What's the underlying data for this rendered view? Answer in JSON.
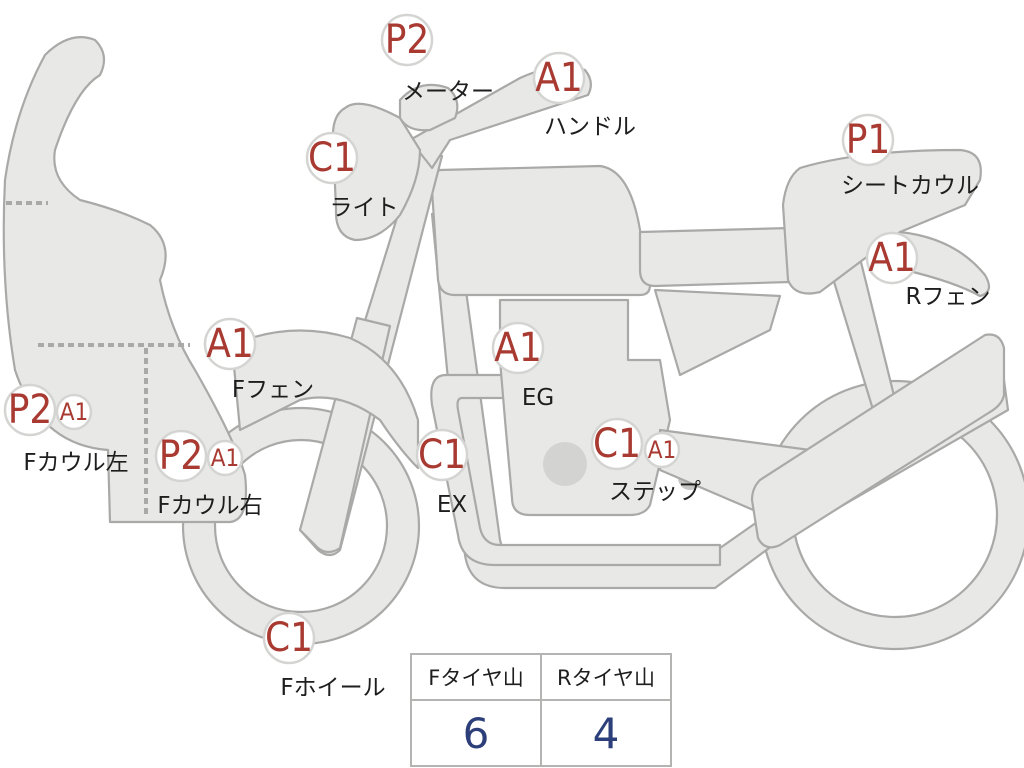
{
  "markers": [
    {
      "id": "meter",
      "grade": "P2",
      "label": "メーター"
    },
    {
      "id": "handle",
      "grade": "A1",
      "label": "ハンドル"
    },
    {
      "id": "light",
      "grade": "C1",
      "label": "ライト"
    },
    {
      "id": "seat-cowl",
      "grade": "P1",
      "label": "シートカウル"
    },
    {
      "id": "r-fender",
      "grade": "A1",
      "label": "Rフェン"
    },
    {
      "id": "f-fender",
      "grade": "A1",
      "label": "Fフェン"
    },
    {
      "id": "engine",
      "grade": "A1",
      "label": "EG"
    },
    {
      "id": "f-cowl-left",
      "grade": "P2",
      "grade2": "A1",
      "label": "Fカウル左"
    },
    {
      "id": "f-cowl-right",
      "grade": "P2",
      "grade2": "A1",
      "label": "Fカウル右"
    },
    {
      "id": "exhaust",
      "grade": "C1",
      "label": "EX"
    },
    {
      "id": "step",
      "grade": "C1",
      "grade2": "A1",
      "label": "ステップ"
    },
    {
      "id": "f-wheel",
      "grade": "C1",
      "label": "Fホイール"
    }
  ],
  "tire_table": {
    "front_header": "Fタイヤ山",
    "rear_header": "Rタイヤ山",
    "front_value": "6",
    "rear_value": "4"
  },
  "colors": {
    "part_fill": "#e8e8e6",
    "part_outline": "#a9aaa8",
    "grade_text": "#a83a32",
    "tire_value": "#2c3f7a"
  }
}
